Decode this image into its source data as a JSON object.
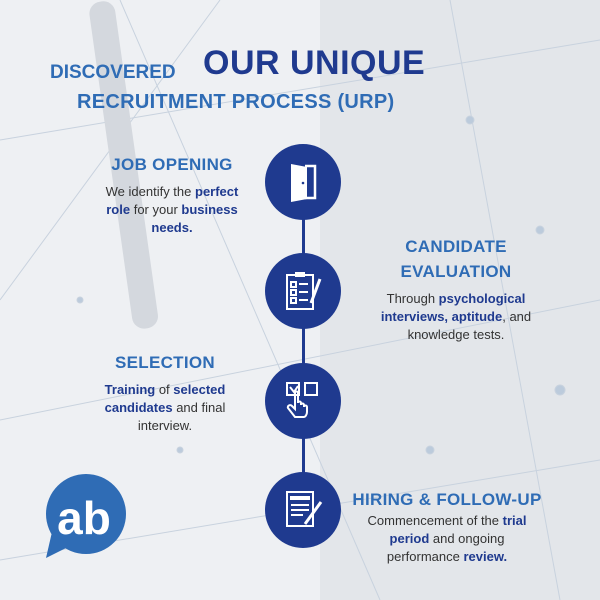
{
  "title": {
    "pre": "DISCOVERED",
    "main": "OUR UNIQUE",
    "sub": "RECRUITMENT PROCESS (URP)"
  },
  "steps": [
    {
      "title": "JOB OPENING",
      "t1": "We identify the ",
      "b1": "perfect role",
      "t2": " for your ",
      "b2": "business needs.",
      "t3": "",
      "icon": "door-icon"
    },
    {
      "title1": "CANDIDATE",
      "title2": "EVALUATION",
      "t1": "Through ",
      "b1": "psychological interviews, aptitude",
      "t2": ", and knowledge tests.",
      "icon": "clipboard-checklist-icon"
    },
    {
      "title": "SELECTION",
      "b1": "Training",
      "t1": " of ",
      "b2": "selected candidates",
      "t2": " and final interview.",
      "icon": "hand-checkbox-icon"
    },
    {
      "title": "HIRING & FOLLOW-UP",
      "t1": "Commencement of the ",
      "b1": "trial period",
      "t2": " and ongoing performance ",
      "b2": "review.",
      "icon": "contract-icon"
    }
  ],
  "logo": {
    "letters": "ab"
  },
  "colors": {
    "navy": "#1f3a8f",
    "blue": "#2f6cb5"
  }
}
